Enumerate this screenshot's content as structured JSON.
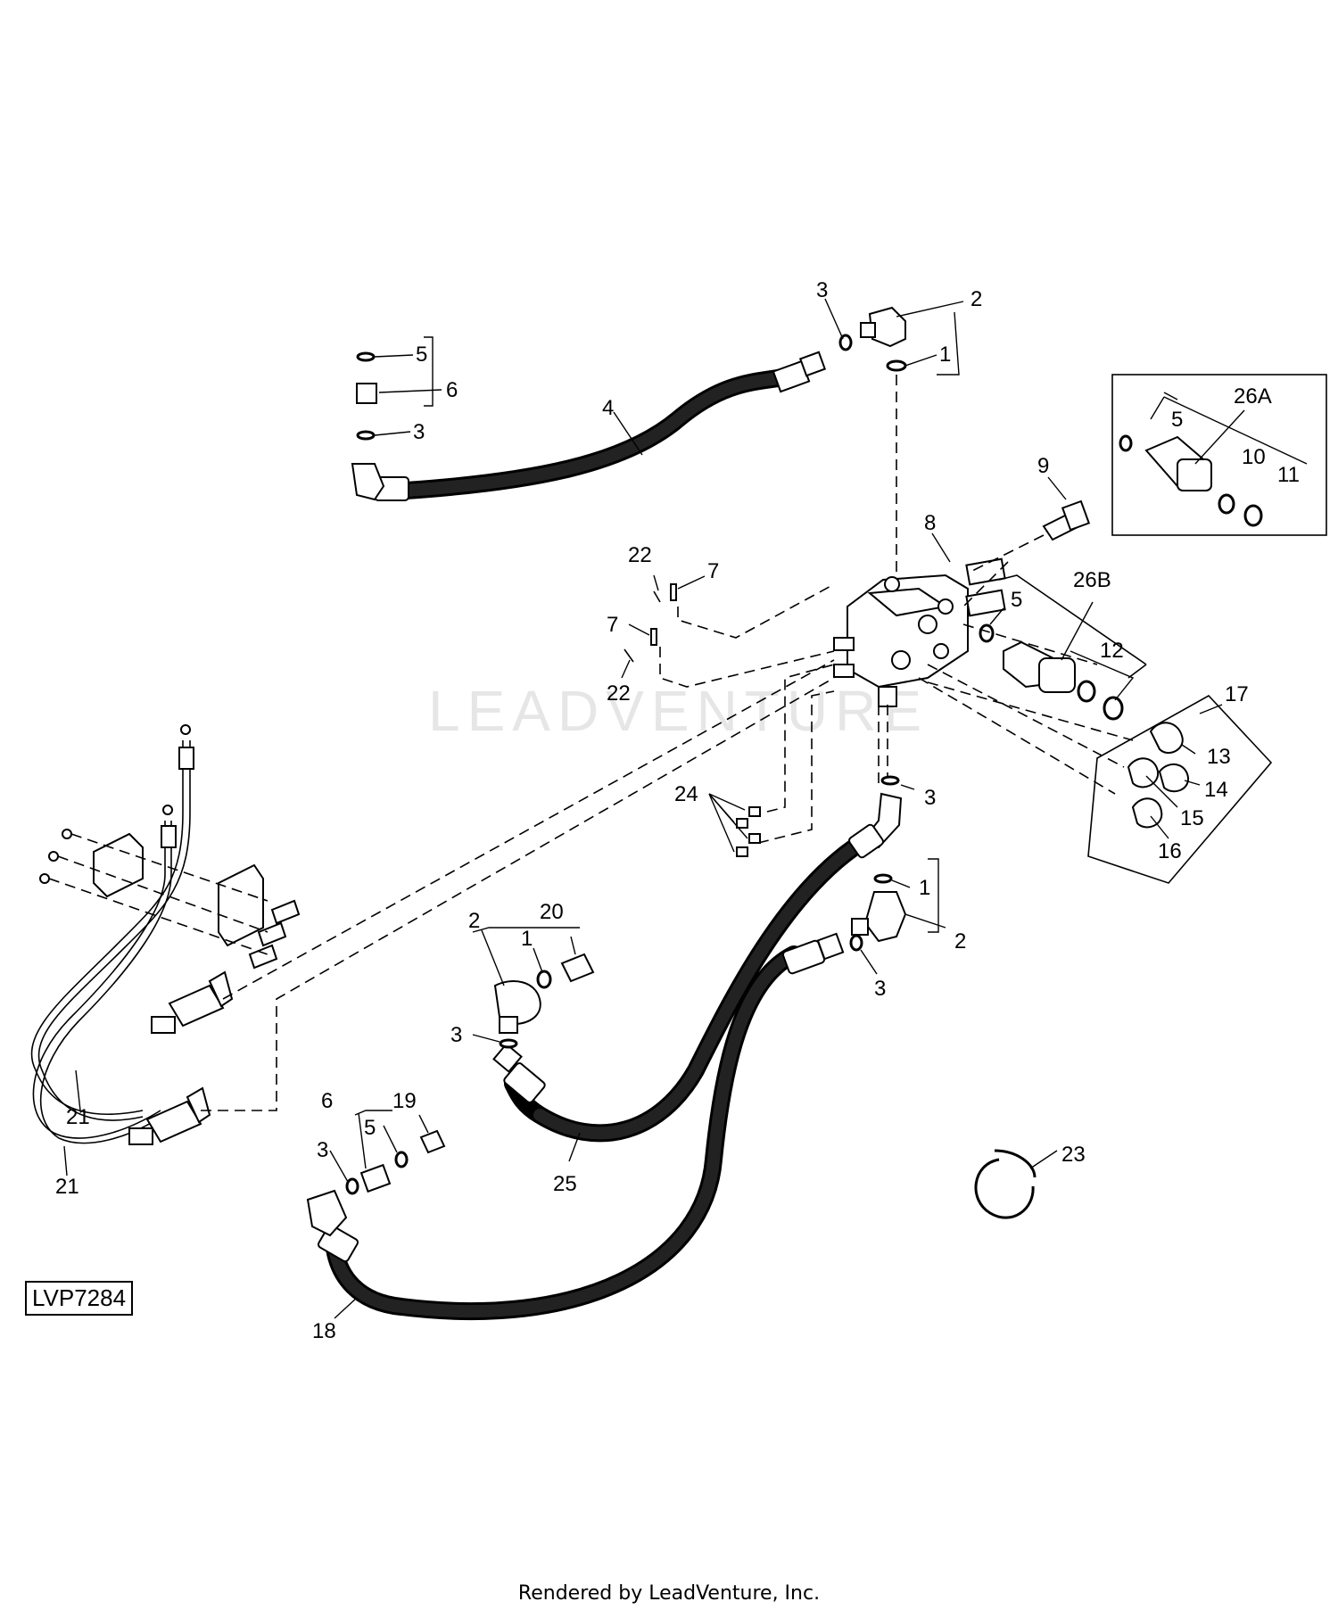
{
  "watermark": "LEADVENTURE",
  "figure_id": "LVP7284",
  "footer": "Rendered by LeadVenture, Inc.",
  "callouts": {
    "top_3a": "3",
    "top_2": "2",
    "top_1": "1",
    "top_5": "5",
    "top_6": "6",
    "top_3b": "3",
    "hose_4": "4",
    "kit_26a": "26A",
    "kit_5": "5",
    "kit_10": "10",
    "kit_11": "11",
    "bolt_9": "9",
    "valve_8": "8",
    "pin_22a": "22",
    "pin_7a": "7",
    "pin_7b": "7",
    "pin_22b": "22",
    "coupler_26b": "26B",
    "coupler_5": "5",
    "coupler_12": "12",
    "clip_17": "17",
    "clip_13": "13",
    "clip_14": "14",
    "clip_15": "15",
    "clip_16": "16",
    "mid_24": "24",
    "mid_3a": "3",
    "mid_1": "1",
    "mid_2": "2",
    "mid_3b": "3",
    "left_2": "2",
    "left_20": "20",
    "left_1": "1",
    "left_3": "3",
    "cable_21a": "21",
    "cable_21b": "21",
    "bot_6": "6",
    "bot_19": "19",
    "bot_5": "5",
    "bot_3": "3",
    "hose_25": "25",
    "ring_23": "23",
    "hose_18": "18"
  }
}
